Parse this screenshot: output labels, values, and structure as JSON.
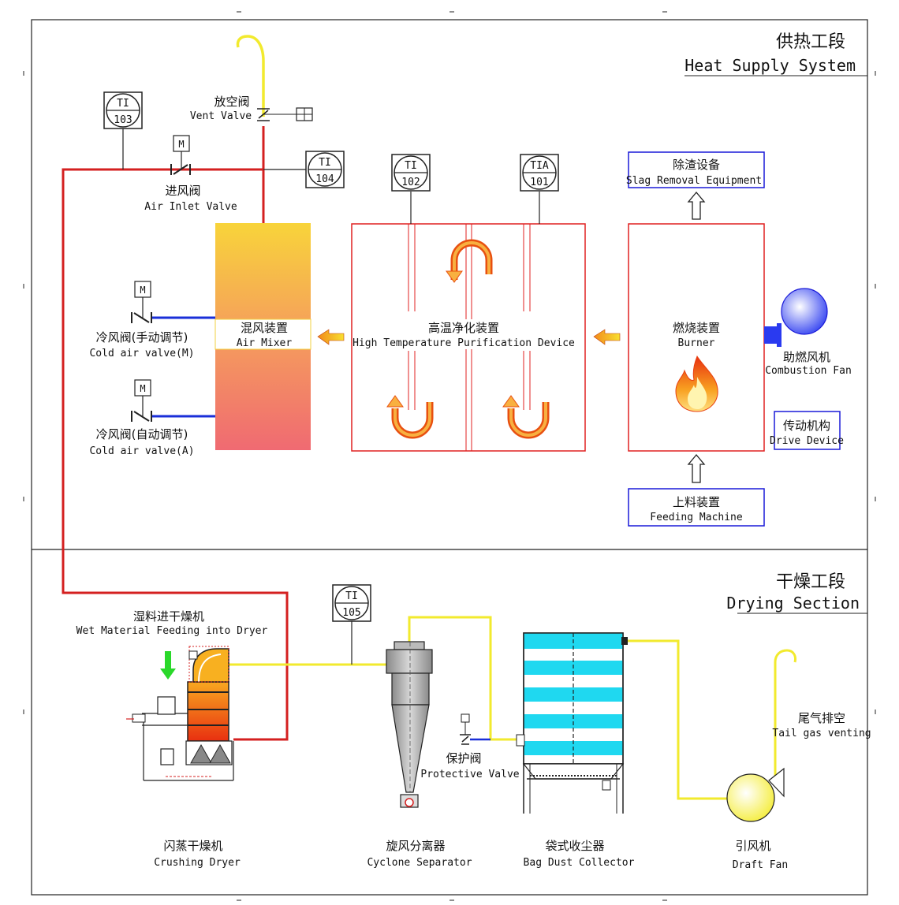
{
  "sections": {
    "heat": {
      "cn": "供热工段",
      "en": "Heat Supply System"
    },
    "drying": {
      "cn": "干燥工段",
      "en": "Drying Section"
    }
  },
  "instruments": {
    "ti103": {
      "tag": "TI",
      "num": "103"
    },
    "ti104": {
      "tag": "TI",
      "num": "104"
    },
    "ti102": {
      "tag": "TI",
      "num": "102"
    },
    "tia101": {
      "tag": "TIA",
      "num": "101"
    },
    "ti105": {
      "tag": "TI",
      "num": "105"
    }
  },
  "motor_symbol": "M",
  "valves": {
    "vent": {
      "cn": "放空阀",
      "en": "Vent Valve"
    },
    "air_inlet": {
      "cn": "进风阀",
      "en": "Air Inlet Valve"
    },
    "cold_manual": {
      "cn": "冷风阀(手动调节)",
      "en": "Cold air valve(M)"
    },
    "cold_auto": {
      "cn": "冷风阀(自动调节)",
      "en": "Cold air valve(A)"
    },
    "protective": {
      "cn": "保护阀",
      "en": "Protective Valve"
    }
  },
  "equipment": {
    "air_mixer": {
      "cn": "混风装置",
      "en": "Air Mixer"
    },
    "purification": {
      "cn": "高温净化装置",
      "en": "High Temperature Purification Device"
    },
    "burner": {
      "cn": "燃烧装置",
      "en": "Burner"
    },
    "slag": {
      "cn": "除渣设备",
      "en": "Slag Removal Equipment"
    },
    "combustion_fan": {
      "cn": "助燃风机",
      "en": "Combustion Fan"
    },
    "drive": {
      "cn": "传动机构",
      "en": "Drive Device"
    },
    "feeding": {
      "cn": "上料装置",
      "en": "Feeding Machine"
    },
    "wet_feed": {
      "cn": "湿料进干燥机",
      "en": "Wet Material Feeding into Dryer"
    },
    "tail_gas": {
      "cn": "尾气排空",
      "en": "Tail gas venting"
    },
    "dryer": {
      "cn": "闪蒸干燥机",
      "en": "Crushing Dryer"
    },
    "cyclone": {
      "cn": "旋风分离器",
      "en": "Cyclone Separator"
    },
    "bag": {
      "cn": "袋式收尘器",
      "en": "Bag Dust Collector"
    },
    "draft_fan": {
      "cn": "引风机",
      "en": "Draft Fan"
    }
  },
  "colors": {
    "hot_air": "#d42020",
    "exhaust": "#f2ea2e",
    "cold_air": "#1a2fd8",
    "equipment_frame": "#e02020",
    "aux_frame": "#1a1ad8",
    "bag_band": "#1fd8f0"
  }
}
